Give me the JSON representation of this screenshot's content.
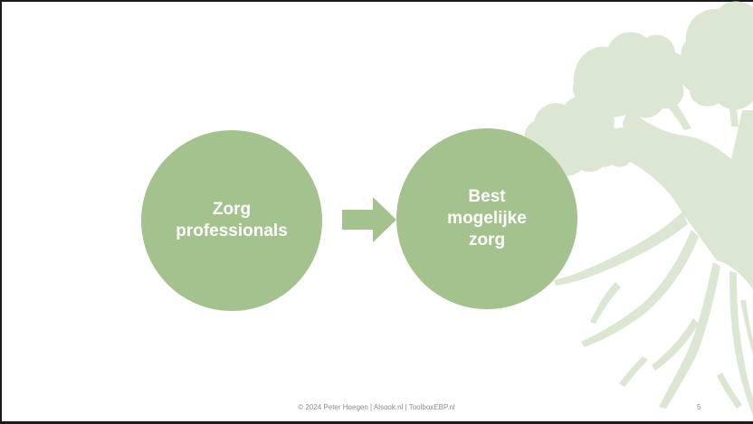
{
  "diagram": {
    "nodes": [
      {
        "label": "Zorg\nprofessionals"
      },
      {
        "label": "Best\nmogelijke\nzorg"
      }
    ],
    "edges": [
      {
        "from": 0,
        "to": 1
      }
    ]
  },
  "footer": {
    "text": "© 2024 Peter Hoegen | Alsook.nl | ToolboxEBP.nl",
    "page_number": "5"
  },
  "colors": {
    "node_fill": "#a3c28e",
    "node_text": "#ffffff",
    "arrow_fill": "#a3c28e",
    "tree_fill": "#dbe7d2",
    "frame": "#1a1a1a",
    "footer_text": "#8c8c8c"
  }
}
